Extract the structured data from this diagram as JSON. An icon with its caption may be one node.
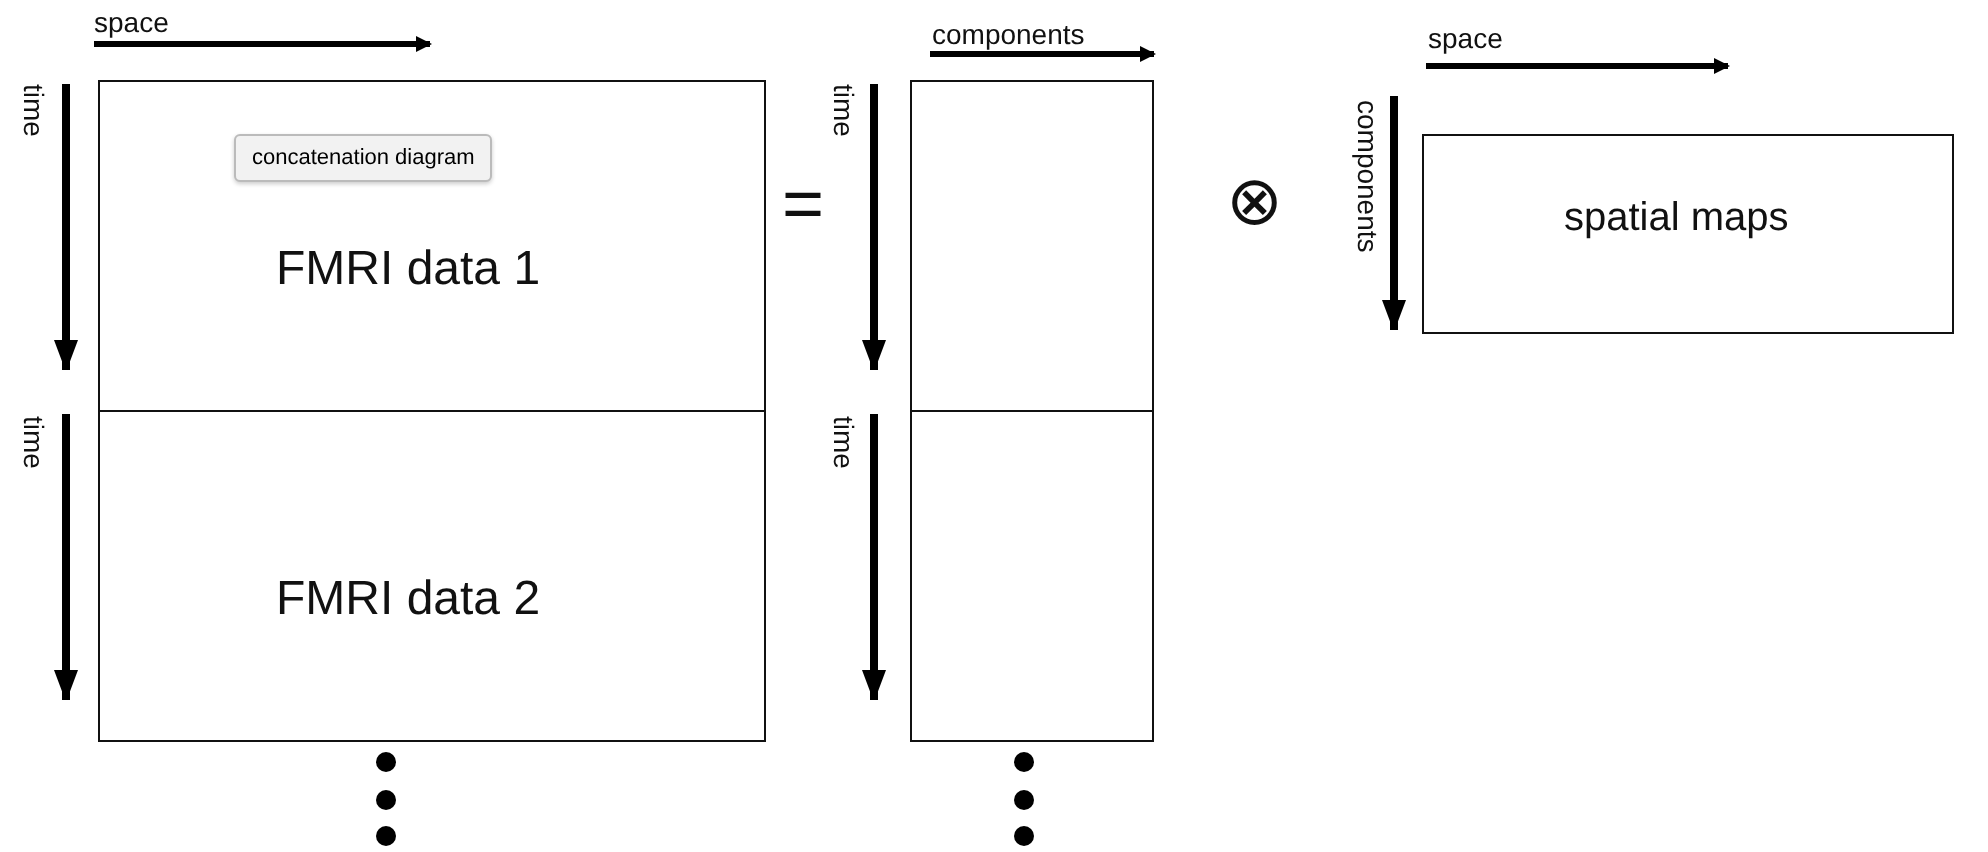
{
  "diagram": {
    "nodes": [
      {
        "text": [
          "FMRI data 1"
        ]
      },
      {
        "text": [
          "concatenation diagram"
        ],
        "in": 0
      },
      {
        "text": [
          "FMRI data 2"
        ]
      },
      {
        "text": [],
        "shape": "box"
      },
      {
        "text": [],
        "shape": "box"
      },
      {
        "text": [
          "spatial maps"
        ]
      }
    ],
    "labels": [
      "space",
      "time",
      "time",
      "components",
      "time",
      "time",
      "space",
      "components",
      "=",
      "⊗"
    ]
  }
}
